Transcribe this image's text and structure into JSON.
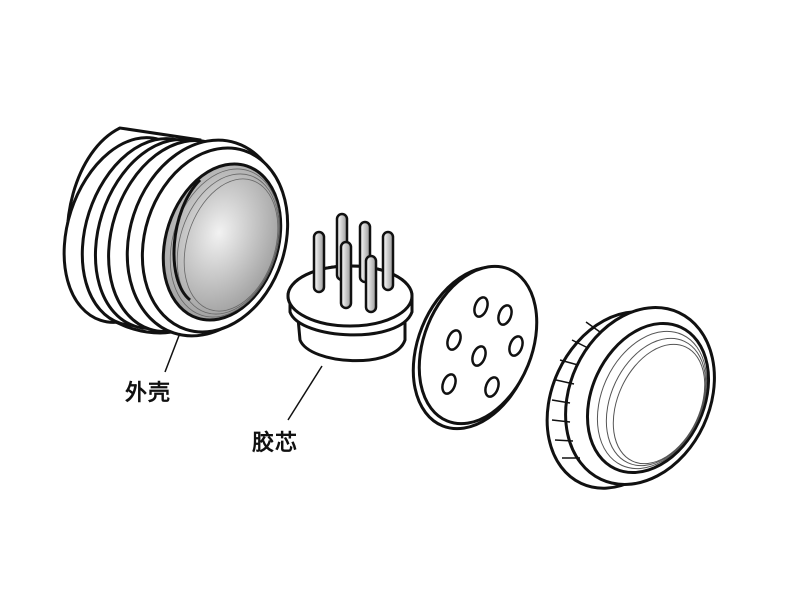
{
  "diagram": {
    "type": "exploded-view",
    "subject": "circular connector",
    "colors": {
      "line": "#111111",
      "background": "#ffffff",
      "shade": "#bdbdbd"
    },
    "parts": [
      {
        "id": "shell",
        "label": "外壳",
        "has_label": true
      },
      {
        "id": "insert",
        "label": "胶芯",
        "has_label": true,
        "pin_count": 6
      },
      {
        "id": "seal-disc",
        "label": "",
        "has_label": false,
        "hole_count": 7
      },
      {
        "id": "coupling-nut",
        "label": "",
        "has_label": false
      }
    ]
  }
}
